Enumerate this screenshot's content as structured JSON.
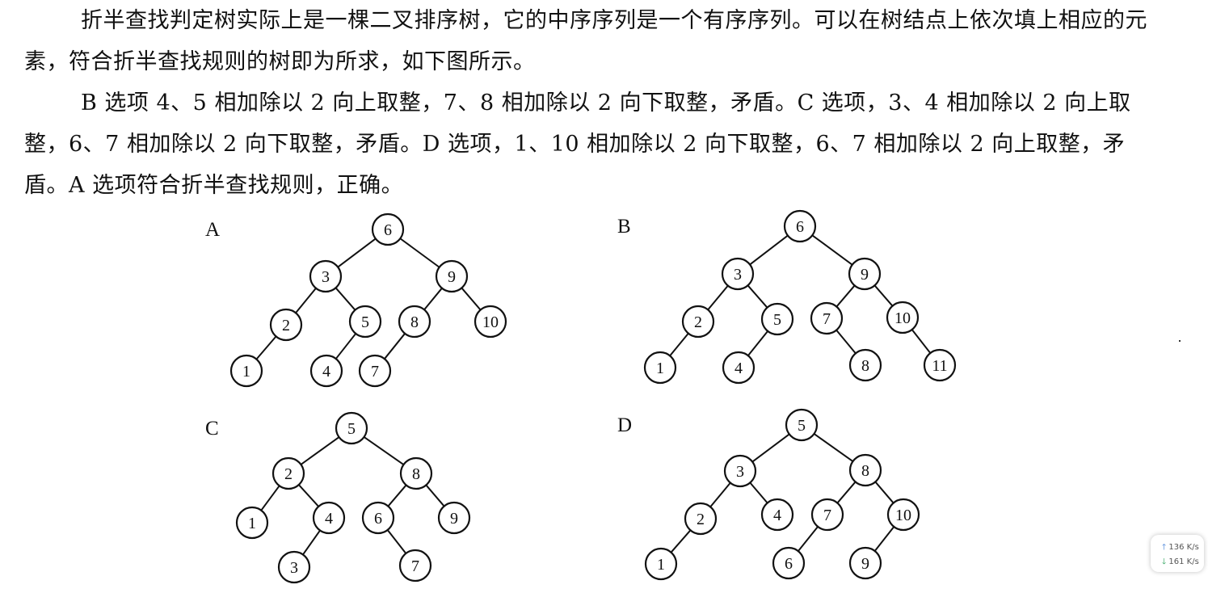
{
  "paragraphs": [
    "折半查找判定树实际上是一棵二叉排序树，它的中序序列是一个有序序列。可以在树结点上依次填上相应的元素，符合折半查找规则的树即为所求，如下图所示。",
    "B 选项 4、5 相加除以 2 向上取整，7、8 相加除以 2 向下取整，矛盾。C 选项，3、4 相加除以 2 向上取整，6、7 相加除以 2 向下取整，矛盾。D 选项，1、10 相加除以 2 向下取整，6、7 相加除以 2 向上取整，矛盾。A 选项符合折半查找规则，正确。"
  ],
  "trees": [
    {
      "label": "A",
      "nodes": [
        "6",
        "3",
        "9",
        "2",
        "5",
        "8",
        "10",
        "1",
        "4",
        "7"
      ]
    },
    {
      "label": "B",
      "nodes": [
        "6",
        "3",
        "9",
        "2",
        "5",
        "7",
        "10",
        "1",
        "4",
        "8",
        "11"
      ]
    },
    {
      "label": "C",
      "nodes": [
        "5",
        "2",
        "8",
        "1",
        "4",
        "6",
        "9",
        "3",
        "7"
      ]
    },
    {
      "label": "D",
      "nodes": [
        "5",
        "3",
        "8",
        "2",
        "4",
        "7",
        "10",
        "1",
        "6",
        "9"
      ]
    }
  ],
  "network_widget": {
    "upload": "136 K/s",
    "download": "161 K/s",
    "up_arrow": "arrow-up-icon",
    "down_arrow": "arrow-down-icon"
  }
}
